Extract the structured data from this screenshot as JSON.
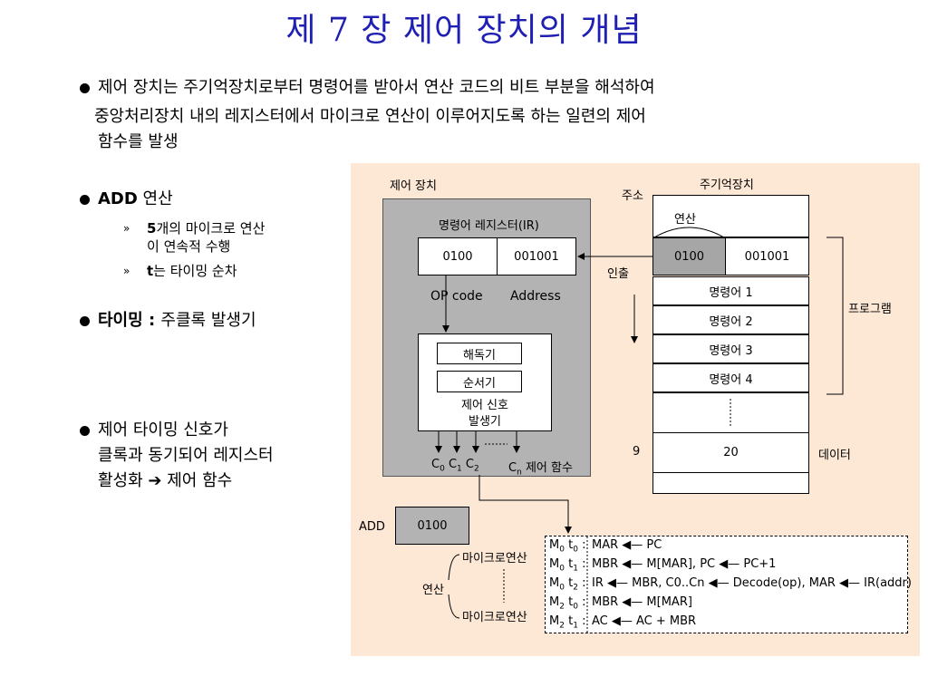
{
  "title": "제 7 장 제어 장치의 개념",
  "intro": {
    "line1": "제어 장치는 주기억장치로부터 명령어를 받아서 연산 코드의 비트 부분을 해석하여",
    "line2": "중앙처리장치 내의 레지스터에서 마이크로 연산이 이루어지도록 하는 일련의 제어",
    "line3": "함수를  발생"
  },
  "add_section": {
    "heading_bold": "ADD",
    "heading_rest": " 연산",
    "sub1_line1_bold": "5",
    "sub1_line1": "개의 마이크로 연산",
    "sub1_line2": "이 연속적 수행",
    "sub2_bold": "t",
    "sub2_rest": "는 타이밍 순차",
    "chevron": "»"
  },
  "timing": {
    "bold": "타이밍 : ",
    "rest": "주클록 발생기"
  },
  "signal": {
    "line1": "제어 타이밍 신호가",
    "line2": "클록과 동기되어 레지스터",
    "line3_a": "활성화 ",
    "arrow": "➔",
    "line3_b": " 제어 함수"
  },
  "diagram": {
    "ctrl_unit_label": "제어 장치",
    "ir_label": "명령어 레지스터(IR)",
    "ir_op": "0100",
    "ir_addr": "001001",
    "op_code_label": "OP code",
    "address_label": "Address",
    "decoder": "해독기",
    "sequencer": "순서기",
    "gen_line1": "제어 신호",
    "gen_line2": "발생기",
    "signals": {
      "c0": "C",
      "c0s": "0",
      "c1": "C",
      "c1s": "1",
      "c2": "C",
      "c2s": "2",
      "cn": "C",
      "cns": "n",
      "func": "제어 함수"
    },
    "memory_label": "주기억장치",
    "address_word": "주소",
    "opcode_word": "연산",
    "mem_op": "0100",
    "mem_addr": "001001",
    "fetch": "인출",
    "instr": [
      "명령어 1",
      "명령어 2",
      "명령어 3",
      "명령어 4"
    ],
    "program": "프로그램",
    "data_addr": "9",
    "data_value": "20",
    "data_label": "데이터",
    "add_label": "ADD",
    "add_code": "0100",
    "op_word": "연산",
    "micro_top": "마이크로연산",
    "micro_bottom": "마이크로연산"
  },
  "micro_ops": [
    {
      "m": "M",
      "ms": "0",
      "t": "t",
      "ts": "0",
      "op": "MAR ◀— PC"
    },
    {
      "m": "M",
      "ms": "0",
      "t": "t",
      "ts": "1",
      "op": "MBR ◀— M[MAR], PC ◀— PC+1"
    },
    {
      "m": "M",
      "ms": "0",
      "t": "t",
      "ts": "2",
      "op": "IR ◀— MBR, C0..Cn ◀— Decode(op), MAR ◀— IR(addr)"
    },
    {
      "m": "M",
      "ms": "2",
      "t": "t",
      "ts": "0",
      "op": "MBR ◀— M[MAR]"
    },
    {
      "m": "M",
      "ms": "2",
      "t": "t",
      "ts": "1",
      "op": "AC ◀— AC + MBR"
    }
  ]
}
